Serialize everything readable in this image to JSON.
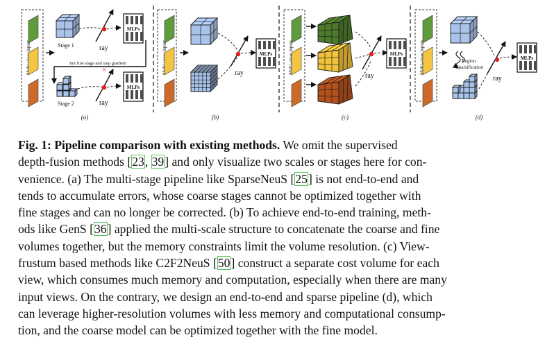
{
  "figure": {
    "views_label": "Multi-view inputs",
    "mlps_label": "MLPs",
    "ray_label": "ray",
    "stage1_label": "Stage 1",
    "stage2_label": "Stage 2",
    "init_label": "Init fine stage and stop gradient",
    "region_label_1": "Region",
    "region_label_2": "Sparsification",
    "cross_mark": "×",
    "panel_labels": [
      "(a)",
      "(b)",
      "(c)",
      "(d)"
    ],
    "colors": {
      "view_green": "#5f9b3c",
      "view_yellow": "#f4c542",
      "view_orange": "#cc6a2a",
      "cube_blue": "#a9c3ea",
      "cube_green": "#4e7a2c",
      "cube_yellow": "#f2c23a",
      "cube_orange": "#b3501c",
      "ray_dot": "#e02020",
      "mlp_dark": "#4d4d4d"
    }
  },
  "caption": {
    "lines": [
      [
        "Fig. 1: ",
        "Pipeline comparison with existing methods.",
        " We omit the supervised"
      ],
      [
        "depth-fusion methods ",
        "23",
        ", ",
        "39",
        " and only visualize two scales or stages here for con-"
      ],
      [
        "venience. (a) The multi-stage pipeline like SparseNeuS ",
        "25",
        " is not end-to-end and"
      ],
      [
        "tends to accumulate errors, whose coarse stages cannot be optimized together with"
      ],
      [
        "fine stages and can no longer be corrected. (b) To achieve end-to-end training, meth-"
      ],
      [
        "ods like GenS ",
        "36",
        " applied the multi-scale structure to concatenate the coarse and fine"
      ],
      [
        "volumes together, but the memory constraints limit the volume resolution. (c) View-"
      ],
      [
        "frustum based methods like C2F2NeuS ",
        "50",
        " construct a separate cost volume for each"
      ],
      [
        "view, which consumes much memory and computation, especially when there are many"
      ],
      [
        "input views. On the contrary, we design an end-to-end and sparse pipeline (d), which"
      ],
      [
        "can leverage higher-resolution volumes with less memory and computational consump-"
      ],
      [
        "tion, and the coarse model can be optimized together with the fine model."
      ]
    ]
  }
}
